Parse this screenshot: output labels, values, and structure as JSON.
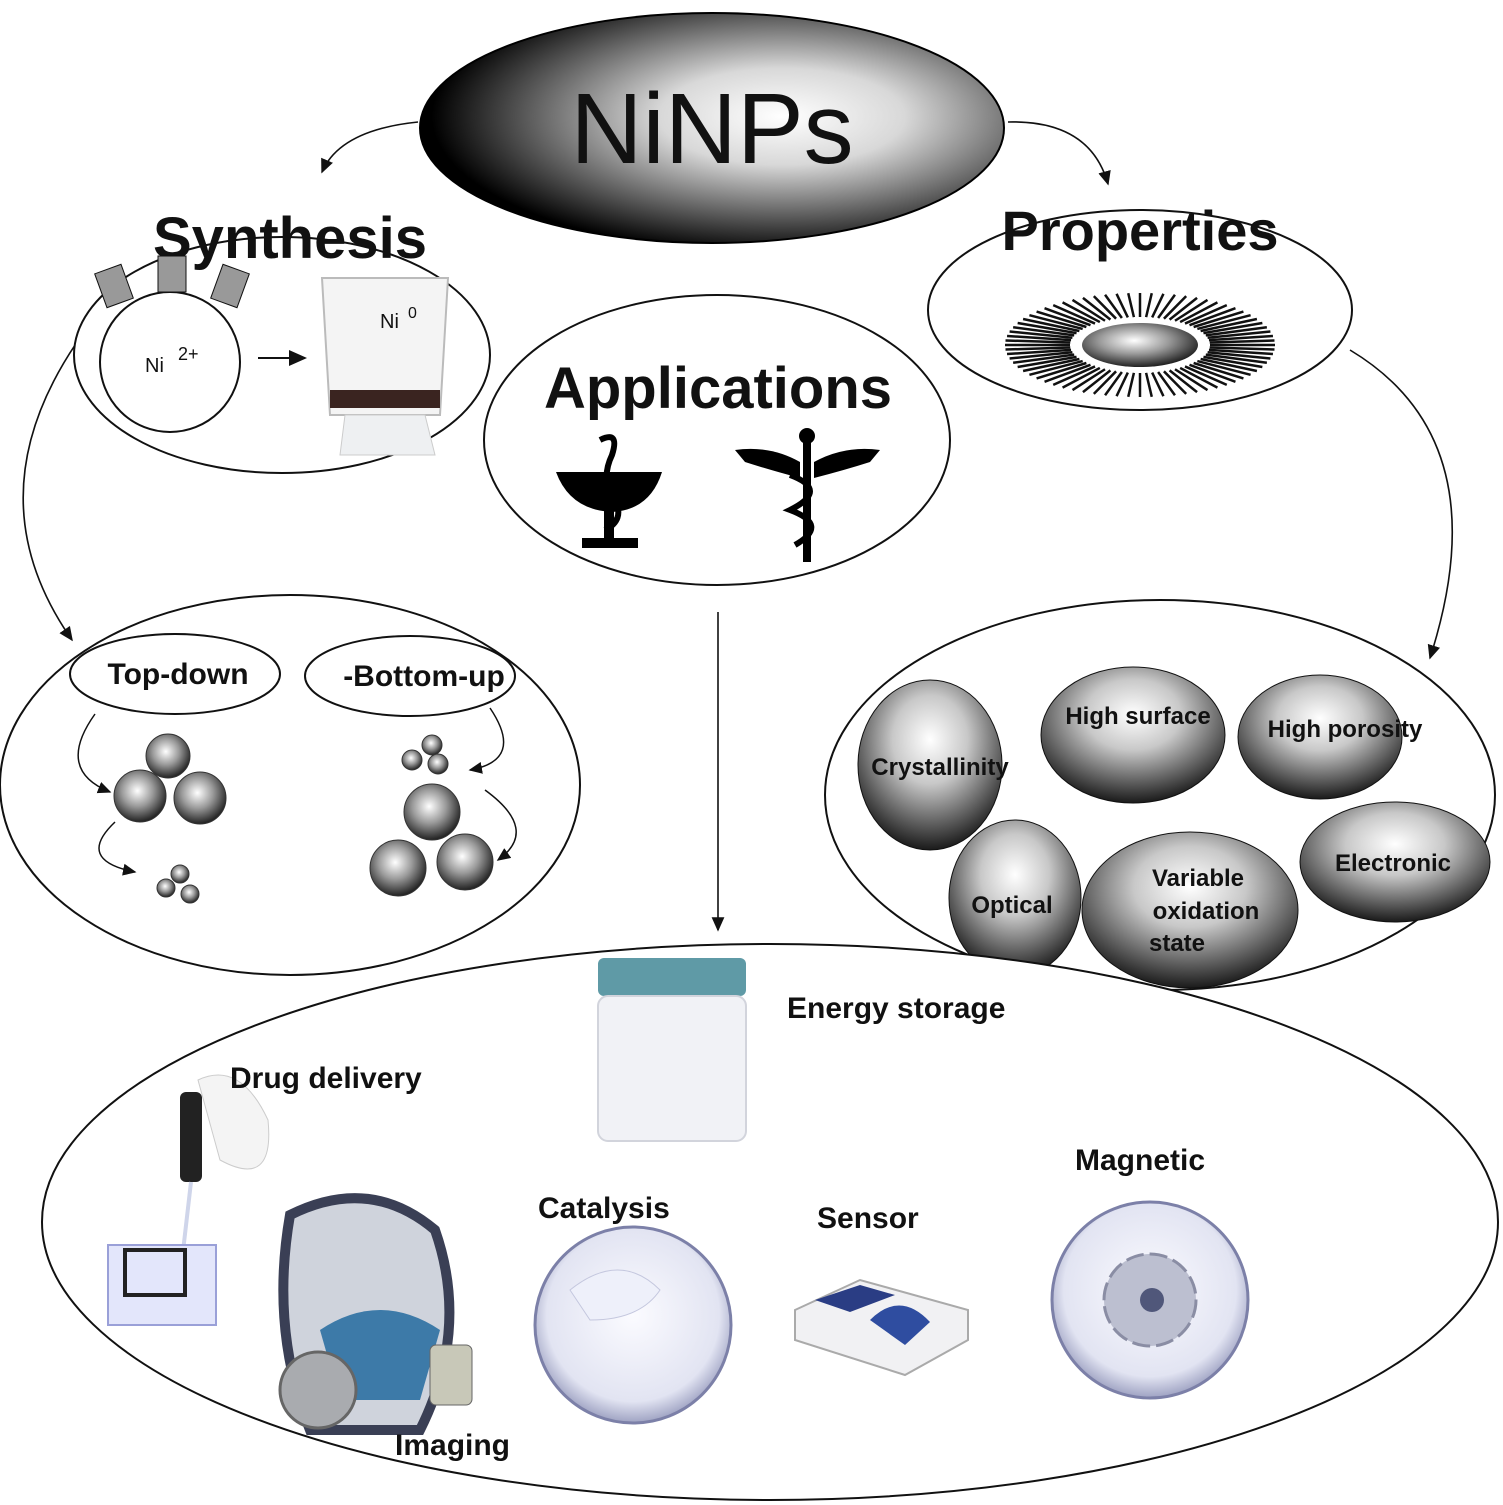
{
  "center": {
    "title": "NiNPs"
  },
  "synthesis": {
    "title": "Synthesis",
    "precursor": "Ni",
    "precursor_charge": "2+",
    "product": "Ni",
    "product_charge": "0",
    "methods": {
      "top_down": "Top-down",
      "bottom_up": "-Bottom-up"
    }
  },
  "applications_hub": {
    "title": "Applications"
  },
  "properties": {
    "title": "Properties",
    "items": [
      "Crystallinity",
      "High surface",
      "High porosity",
      "Optical",
      "Variable",
      "oxidation",
      "state",
      "Electronic"
    ]
  },
  "applications": {
    "energy_storage": "Energy storage",
    "drug_delivery": "Drug delivery",
    "imaging": "Imaging",
    "catalysis": "Catalysis",
    "sensor": "Sensor",
    "magnetic": "Magnetic"
  },
  "colors": {
    "ink": "#111111",
    "sphere_dark": "#2a2a2a",
    "sphere_light": "#ffffff"
  }
}
